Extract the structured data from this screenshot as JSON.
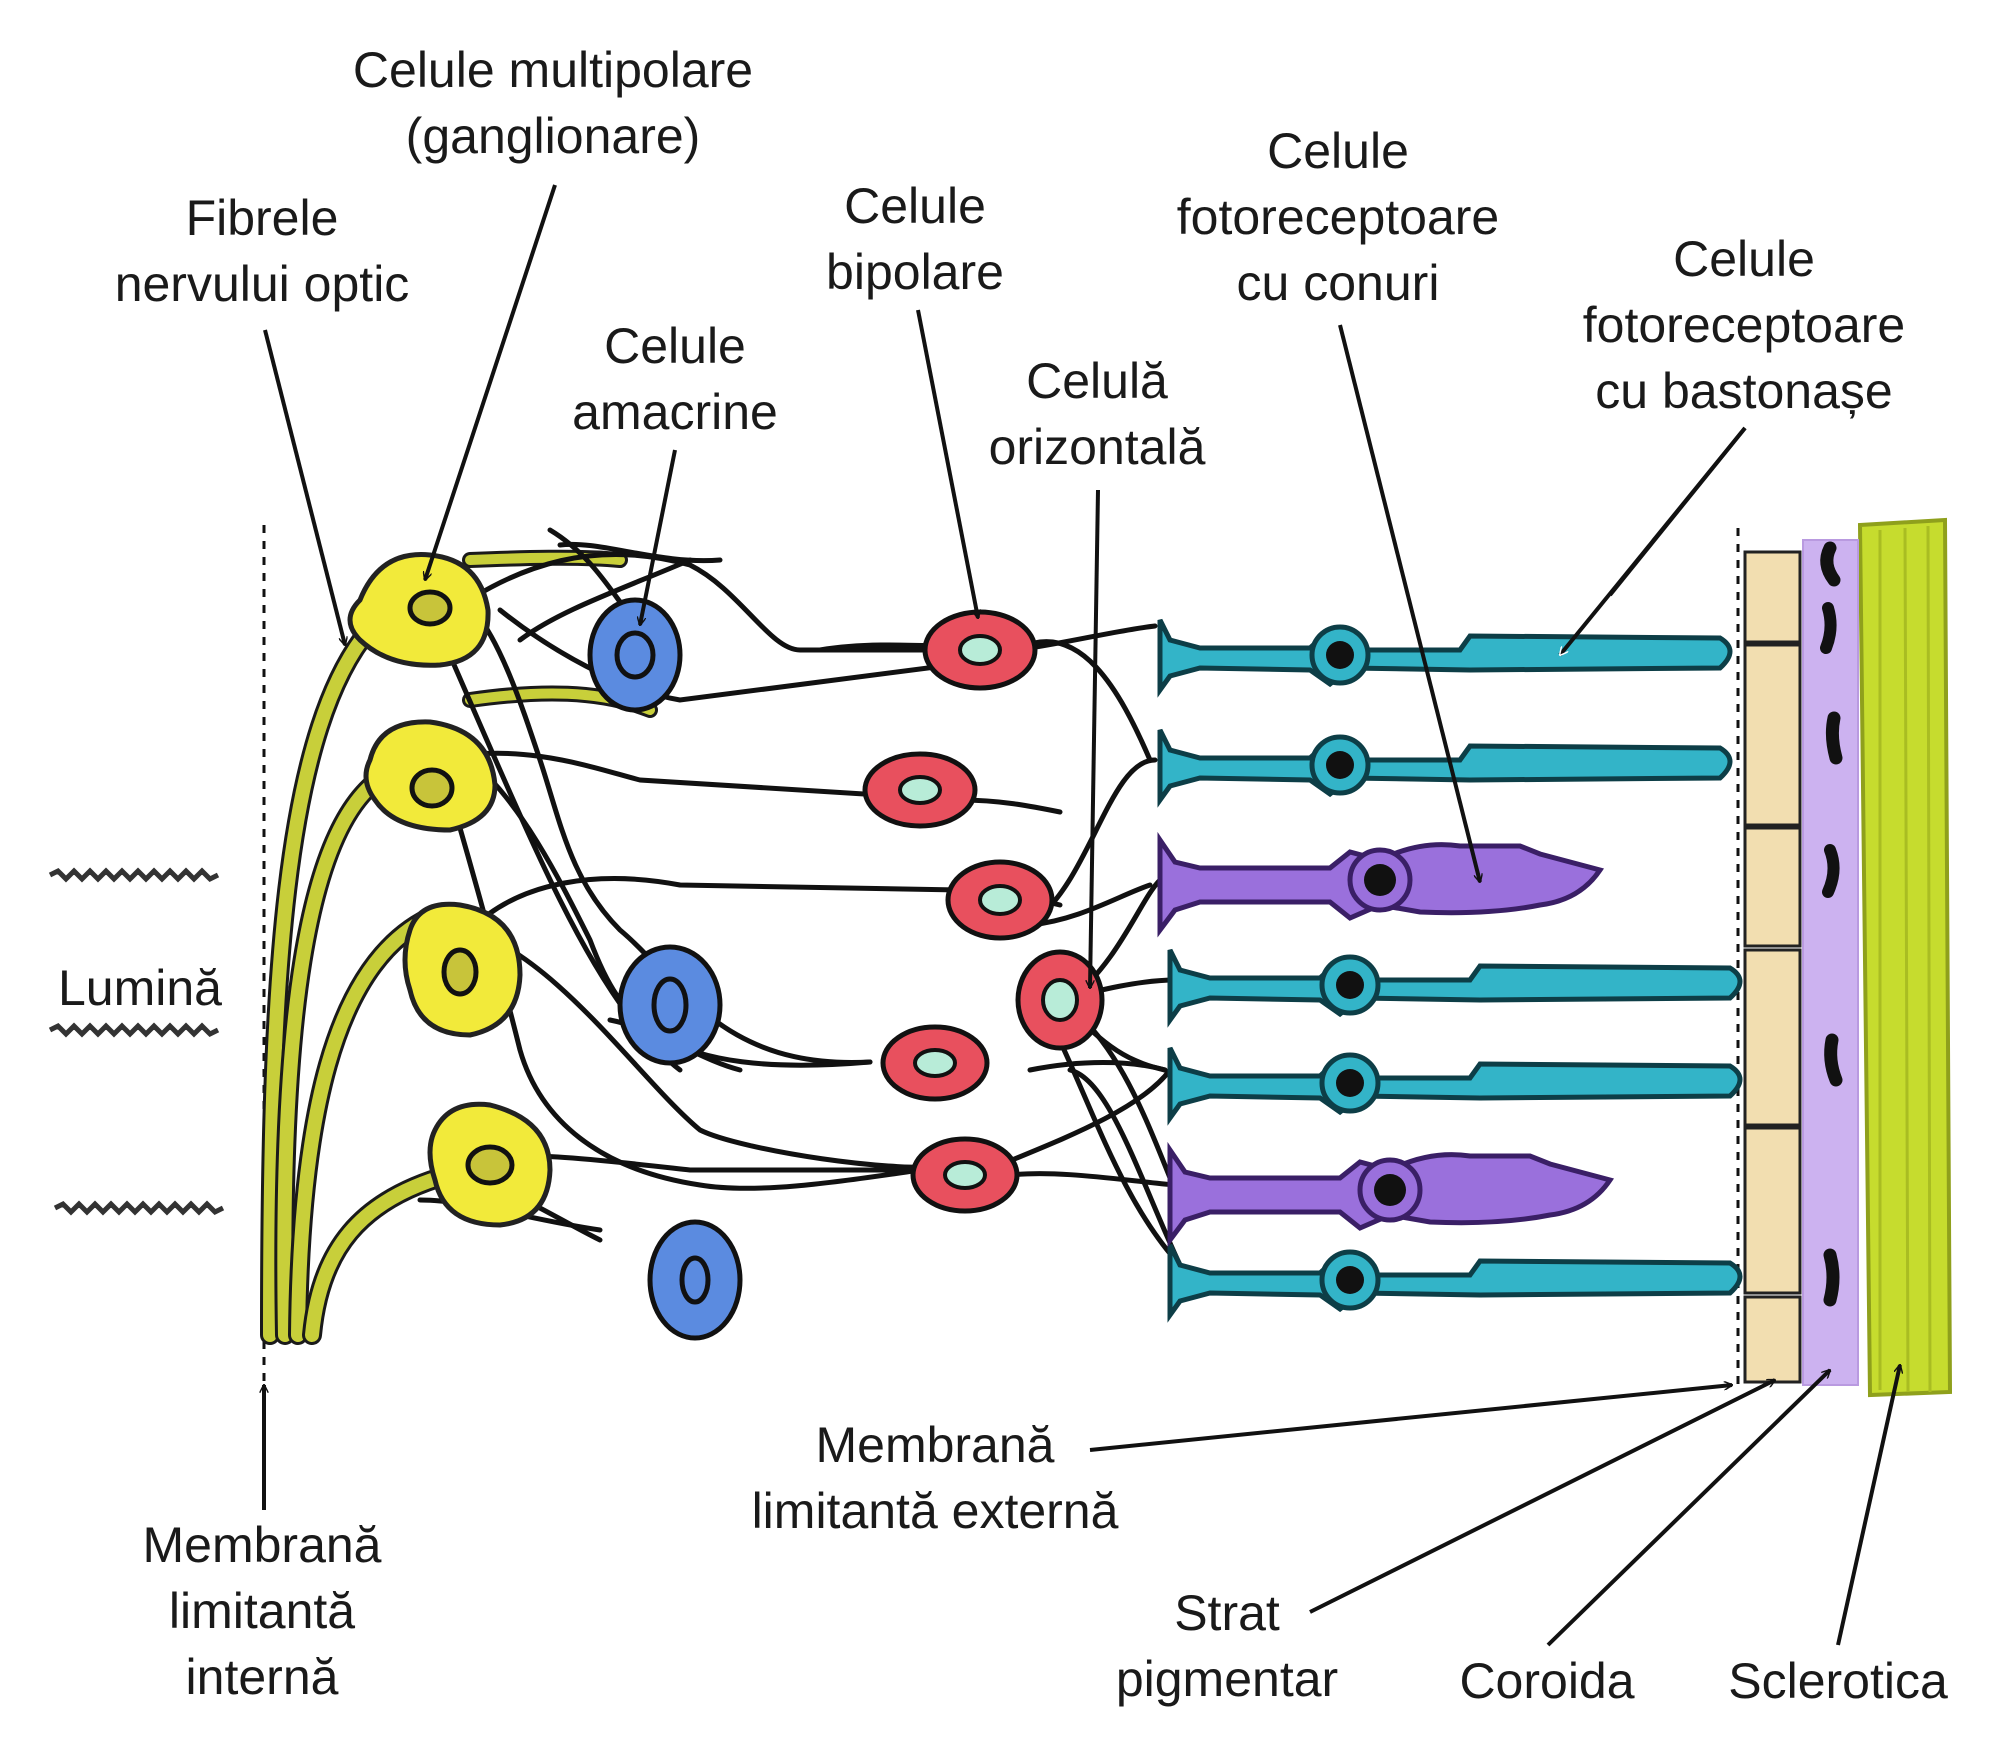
{
  "labels": {
    "optic_fibers": [
      "Fibrele",
      "nervului optic"
    ],
    "ganglion_cells": [
      "Celule multipolare",
      "(ganglionare)"
    ],
    "amacrine_cells": [
      "Celule",
      "amacrine"
    ],
    "bipolar_cells": [
      "Celule",
      "bipolare"
    ],
    "horizontal_cell": [
      "Celulă",
      "orizontală"
    ],
    "cone_cells": [
      "Celule",
      "fotoreceptoare",
      "cu conuri"
    ],
    "rod_cells": [
      "Celule",
      "fotoreceptoare",
      "cu bastonașe"
    ],
    "light": "Lumină",
    "inner_membrane": [
      "Membrană",
      "limitantă",
      "internă"
    ],
    "outer_membrane": [
      "Membrană",
      "limitantă externă"
    ],
    "pigment_layer": [
      "Strat",
      "pigmentar"
    ],
    "choroid": "Coroida",
    "sclera": "Sclerotica"
  },
  "colors": {
    "ganglion": "#f2ea3a",
    "optic_fiber": "#c8cf3a",
    "amacrine": "#5b8be0",
    "bipolar": "#e8505e",
    "rod": "#33b4c8",
    "cone": "#9a70dc",
    "pigment": "#f2deb0",
    "choroid": "#ccb2f0",
    "sclera": "#c6dc2e",
    "line": "#111111"
  }
}
